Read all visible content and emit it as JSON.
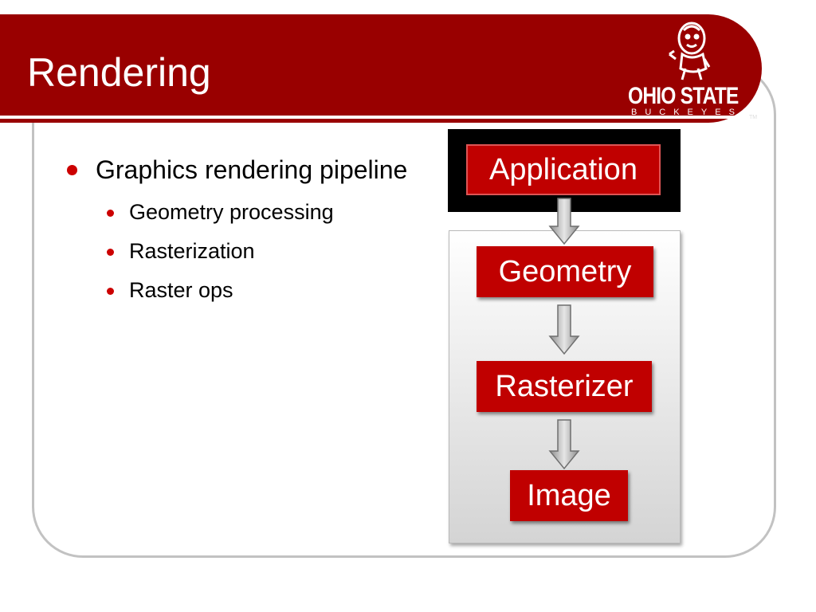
{
  "slide": {
    "title": "Rendering",
    "logo": {
      "wordmark": "OHIO STATE",
      "subtext": "BUCKEYES",
      "trademark": "TM",
      "mascot_icon": "brutus-buckeye-mascot"
    },
    "bullets": [
      {
        "text": "Graphics rendering pipeline",
        "children": [
          "Geometry processing",
          "Rasterization",
          "Raster ops"
        ]
      }
    ],
    "pipeline": {
      "stages": [
        "Application",
        "Geometry",
        "Rasterizer",
        "Image"
      ],
      "connector_icon": "down-arrow-icon"
    }
  },
  "colors": {
    "title_bar": "#990000",
    "accent_red": "#cc0000",
    "stage_box": "#c00000",
    "frame_border": "#c2c2c2"
  }
}
